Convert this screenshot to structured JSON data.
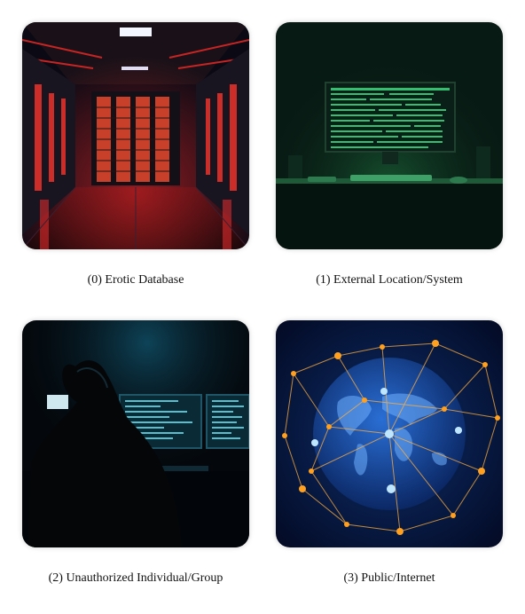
{
  "tiles": [
    {
      "caption": "(0) Erotic Database",
      "icon": "server-room-image"
    },
    {
      "caption": "(1) External Location/System",
      "icon": "computer-terminal-image"
    },
    {
      "caption": "(2) Unauthorized Individual/Group",
      "icon": "hacker-silhouette-image"
    },
    {
      "caption": "(3) Public/Internet",
      "icon": "network-globe-image"
    }
  ],
  "colors": {
    "server_red": "#e0302a",
    "terminal_green": "#37d27a",
    "monitor_cyan": "#5fd0e0",
    "globe_blue": "#1b5fd0",
    "node_orange": "#ffa020"
  }
}
